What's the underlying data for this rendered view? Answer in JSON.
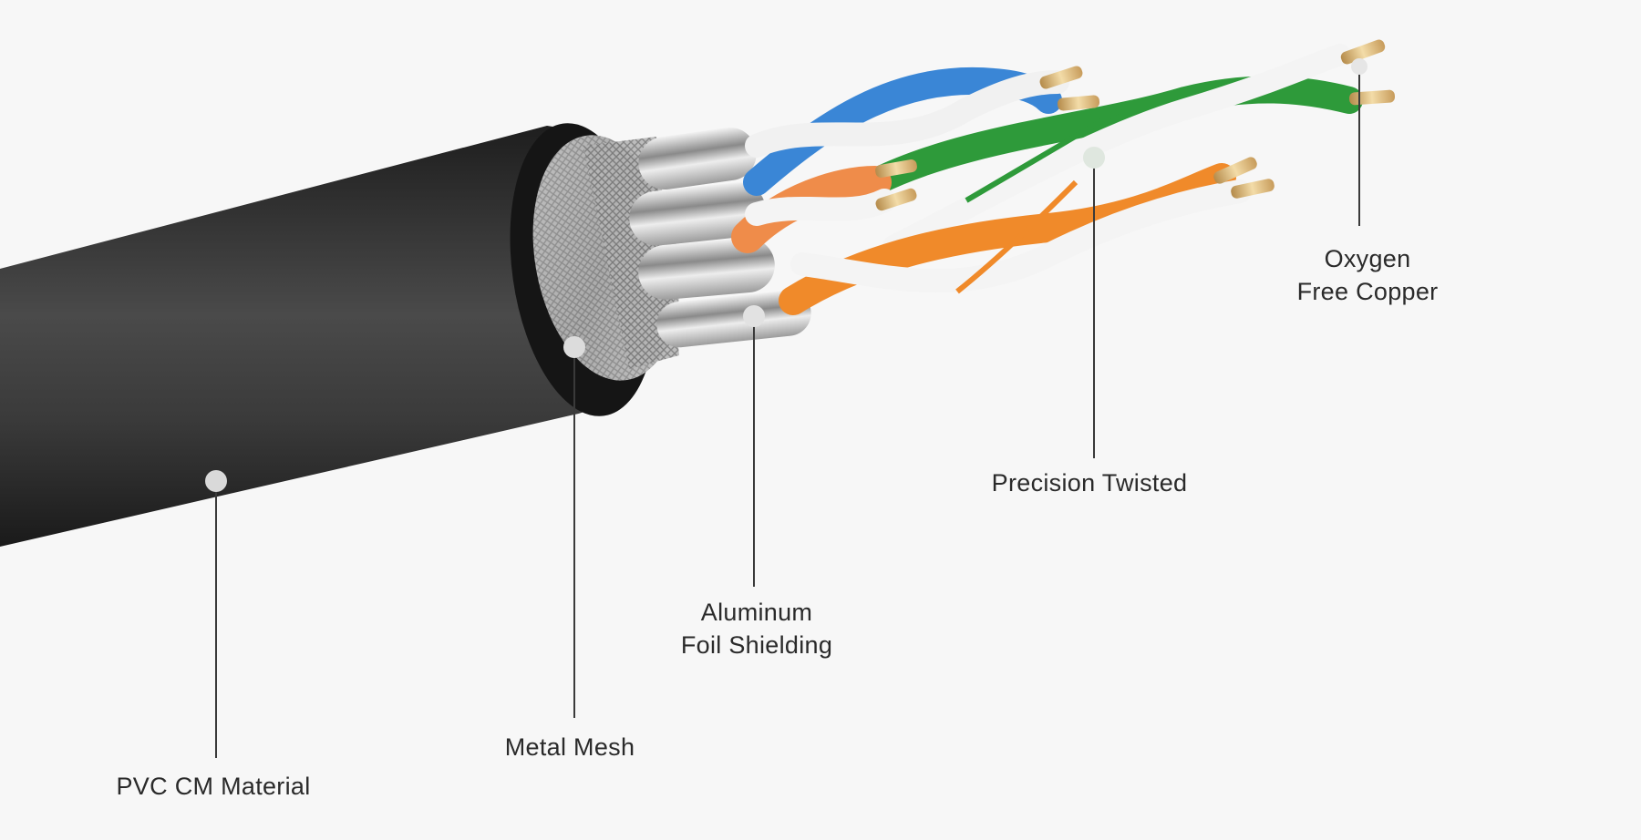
{
  "labels": {
    "pvc": "PVC CM Material",
    "mesh": "Metal Mesh",
    "foil_line1": "Aluminum",
    "foil_line2": "Foil Shielding",
    "twisted": "Precision Twisted",
    "copper_line1": "Oxygen",
    "copper_line2": "Free Copper"
  },
  "colors": {
    "background": "#f7f7f7",
    "jacket": "#2d2d2d",
    "blue_wire": "#3a86d6",
    "green_wire": "#2e9a3a",
    "orange_wire": "#f08a2a",
    "light_orange_wire": "#ef8c4a",
    "white_wire": "#f4f4f4",
    "copper": "#d9b57a",
    "leader": "#3a3a3a"
  }
}
